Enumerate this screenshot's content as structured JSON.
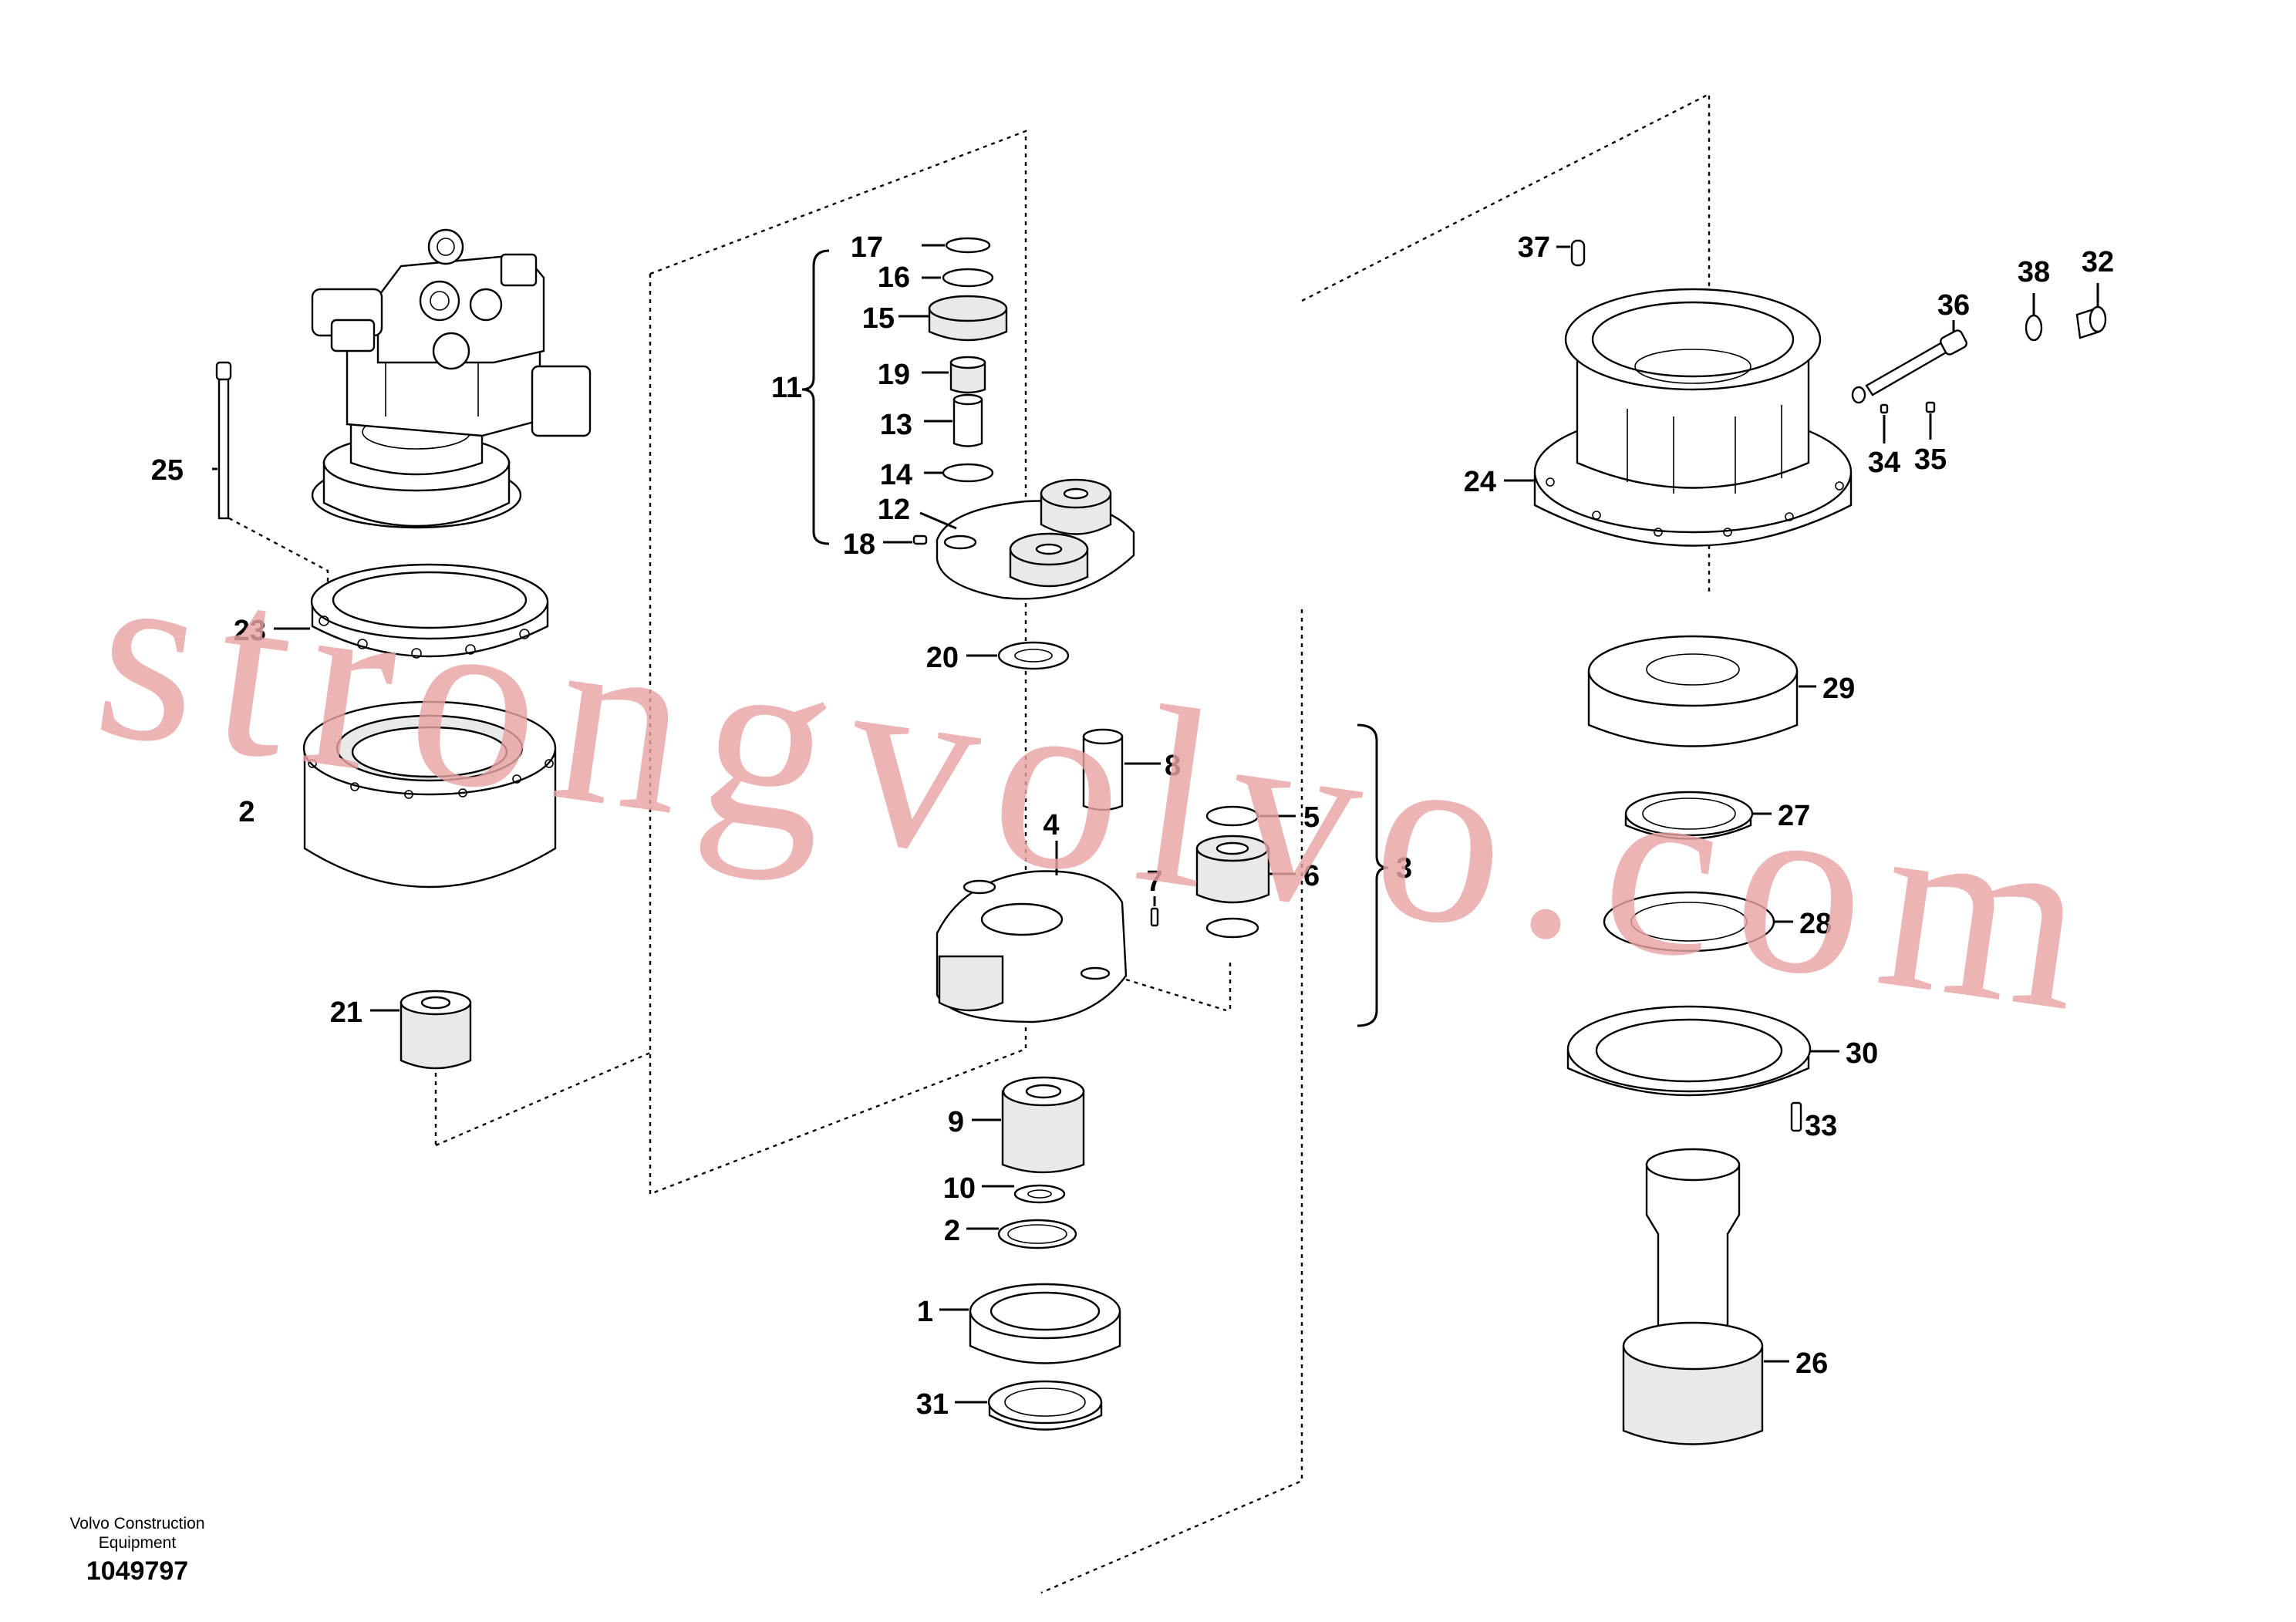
{
  "diagram": {
    "part_numbers": [
      "1",
      "2",
      "3",
      "4",
      "5",
      "6",
      "7",
      "8",
      "9",
      "10",
      "11",
      "12",
      "13",
      "14",
      "15",
      "16",
      "17",
      "18",
      "19",
      "20",
      "21",
      "23",
      "24",
      "25",
      "26",
      "27",
      "28",
      "29",
      "30",
      "31",
      "32",
      "33",
      "34",
      "35",
      "36",
      "37",
      "38"
    ],
    "ring_gear_label": "2",
    "watermark": "strongvolvo.com"
  },
  "footer": {
    "company_line1": "Volvo Construction",
    "company_line2": "Equipment",
    "drawing_number": "1049797"
  }
}
